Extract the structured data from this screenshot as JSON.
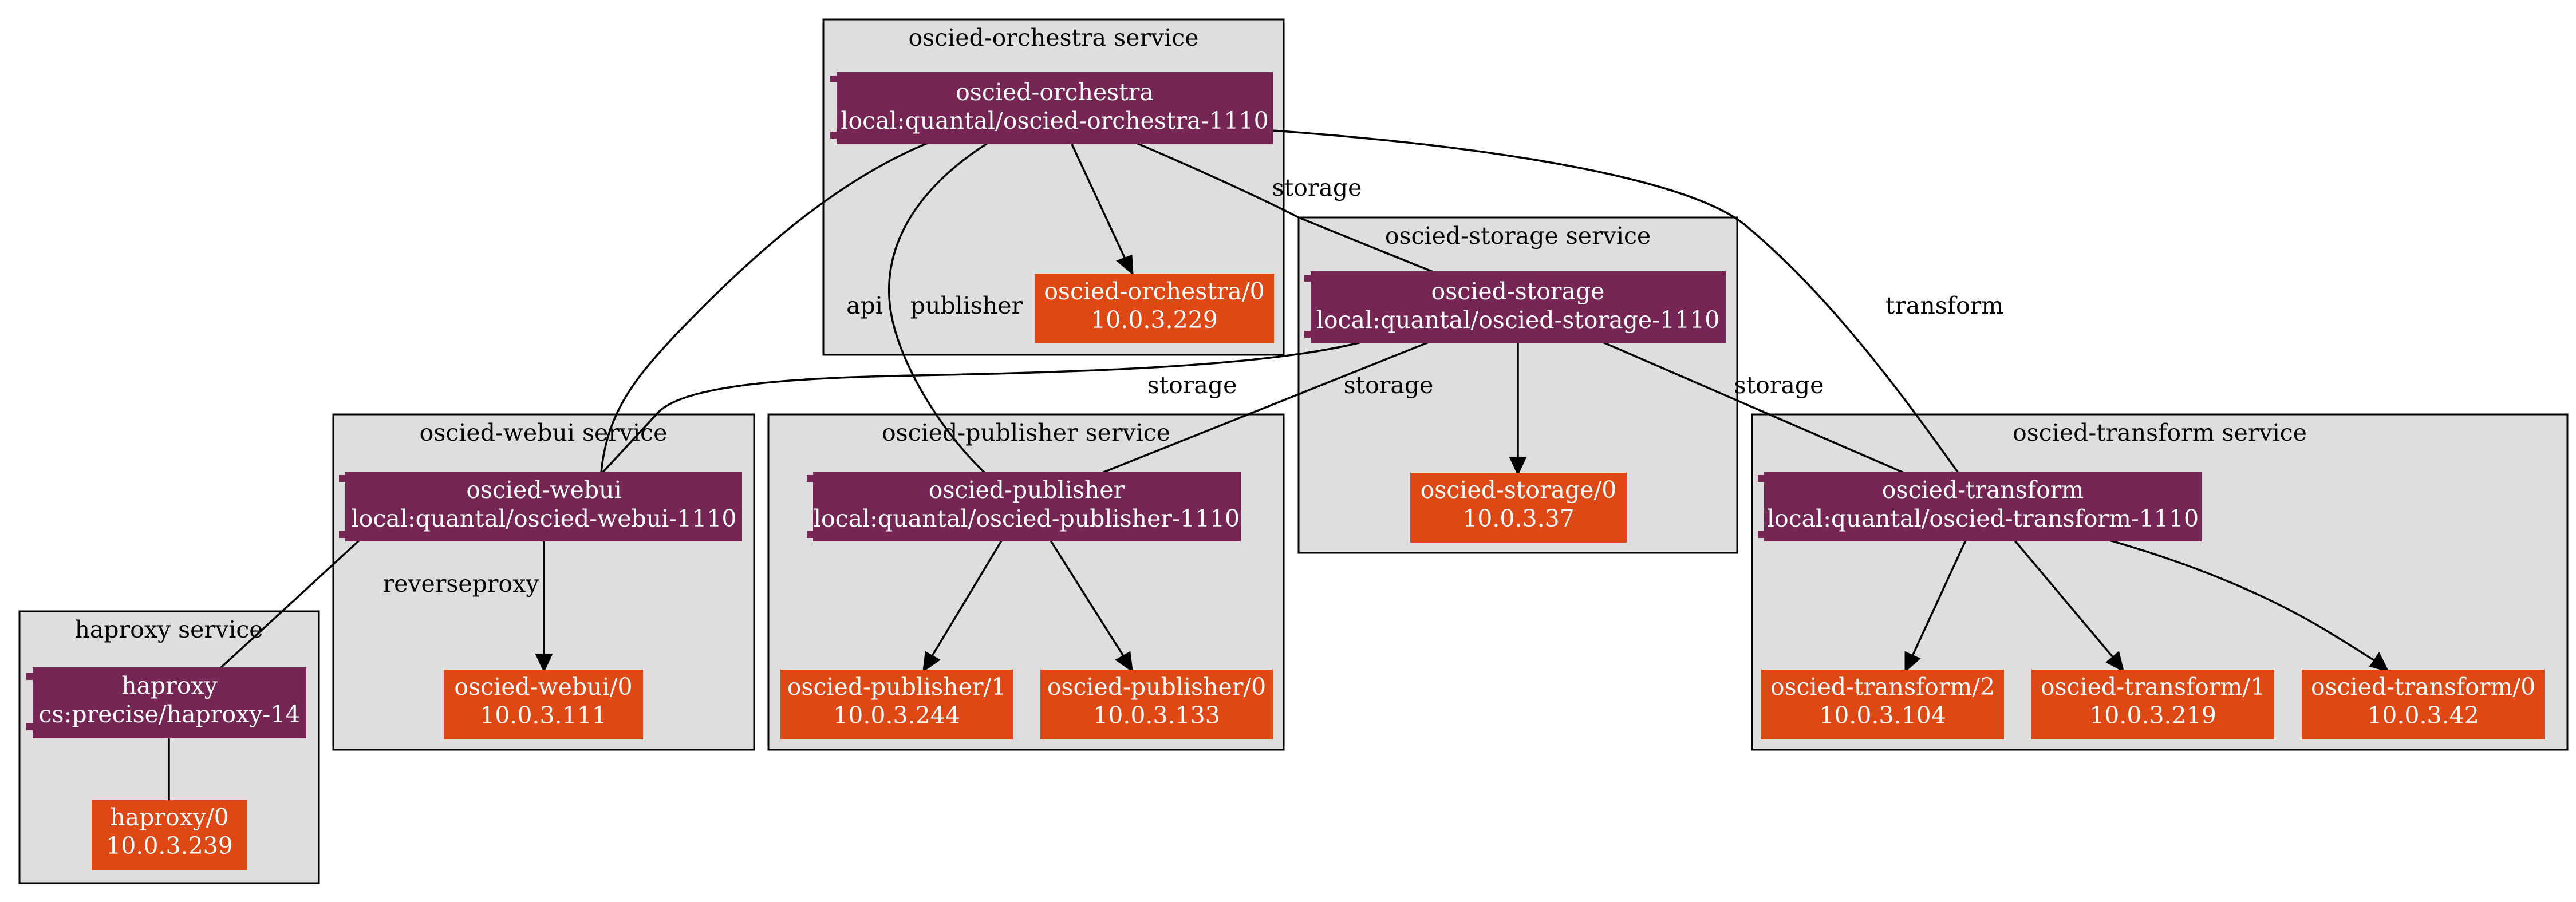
{
  "services": {
    "orchestra": {
      "title": "oscied-orchestra service",
      "charm": {
        "name": "oscied-orchestra",
        "source": "local:quantal/oscied-orchestra-1110"
      },
      "units": [
        {
          "name": "oscied-orchestra/0",
          "ip": "10.0.3.229"
        }
      ]
    },
    "storage": {
      "title": "oscied-storage service",
      "charm": {
        "name": "oscied-storage",
        "source": "local:quantal/oscied-storage-1110"
      },
      "units": [
        {
          "name": "oscied-storage/0",
          "ip": "10.0.3.37"
        }
      ]
    },
    "webui": {
      "title": "oscied-webui service",
      "charm": {
        "name": "oscied-webui",
        "source": "local:quantal/oscied-webui-1110"
      },
      "units": [
        {
          "name": "oscied-webui/0",
          "ip": "10.0.3.111"
        }
      ]
    },
    "publisher": {
      "title": "oscied-publisher service",
      "charm": {
        "name": "oscied-publisher",
        "source": "local:quantal/oscied-publisher-1110"
      },
      "units": [
        {
          "name": "oscied-publisher/1",
          "ip": "10.0.3.244"
        },
        {
          "name": "oscied-publisher/0",
          "ip": "10.0.3.133"
        }
      ]
    },
    "transform": {
      "title": "oscied-transform service",
      "charm": {
        "name": "oscied-transform",
        "source": "local:quantal/oscied-transform-1110"
      },
      "units": [
        {
          "name": "oscied-transform/2",
          "ip": "10.0.3.104"
        },
        {
          "name": "oscied-transform/1",
          "ip": "10.0.3.219"
        },
        {
          "name": "oscied-transform/0",
          "ip": "10.0.3.42"
        }
      ]
    },
    "haproxy": {
      "title": "haproxy service",
      "charm": {
        "name": "haproxy",
        "source": "cs:precise/haproxy-14"
      },
      "units": [
        {
          "name": "haproxy/0",
          "ip": "10.0.3.239"
        }
      ]
    }
  },
  "relations": {
    "orchestra_storage": "storage",
    "orchestra_transform": "transform",
    "orchestra_webui": "api",
    "orchestra_publisher": "publisher",
    "storage_webui": "storage",
    "storage_publisher": "storage",
    "storage_transform": "storage",
    "webui_haproxy": "reverseproxy"
  },
  "colors": {
    "charm": "#752654",
    "unit": "#dd4814",
    "cluster_fill": "#dedede"
  }
}
